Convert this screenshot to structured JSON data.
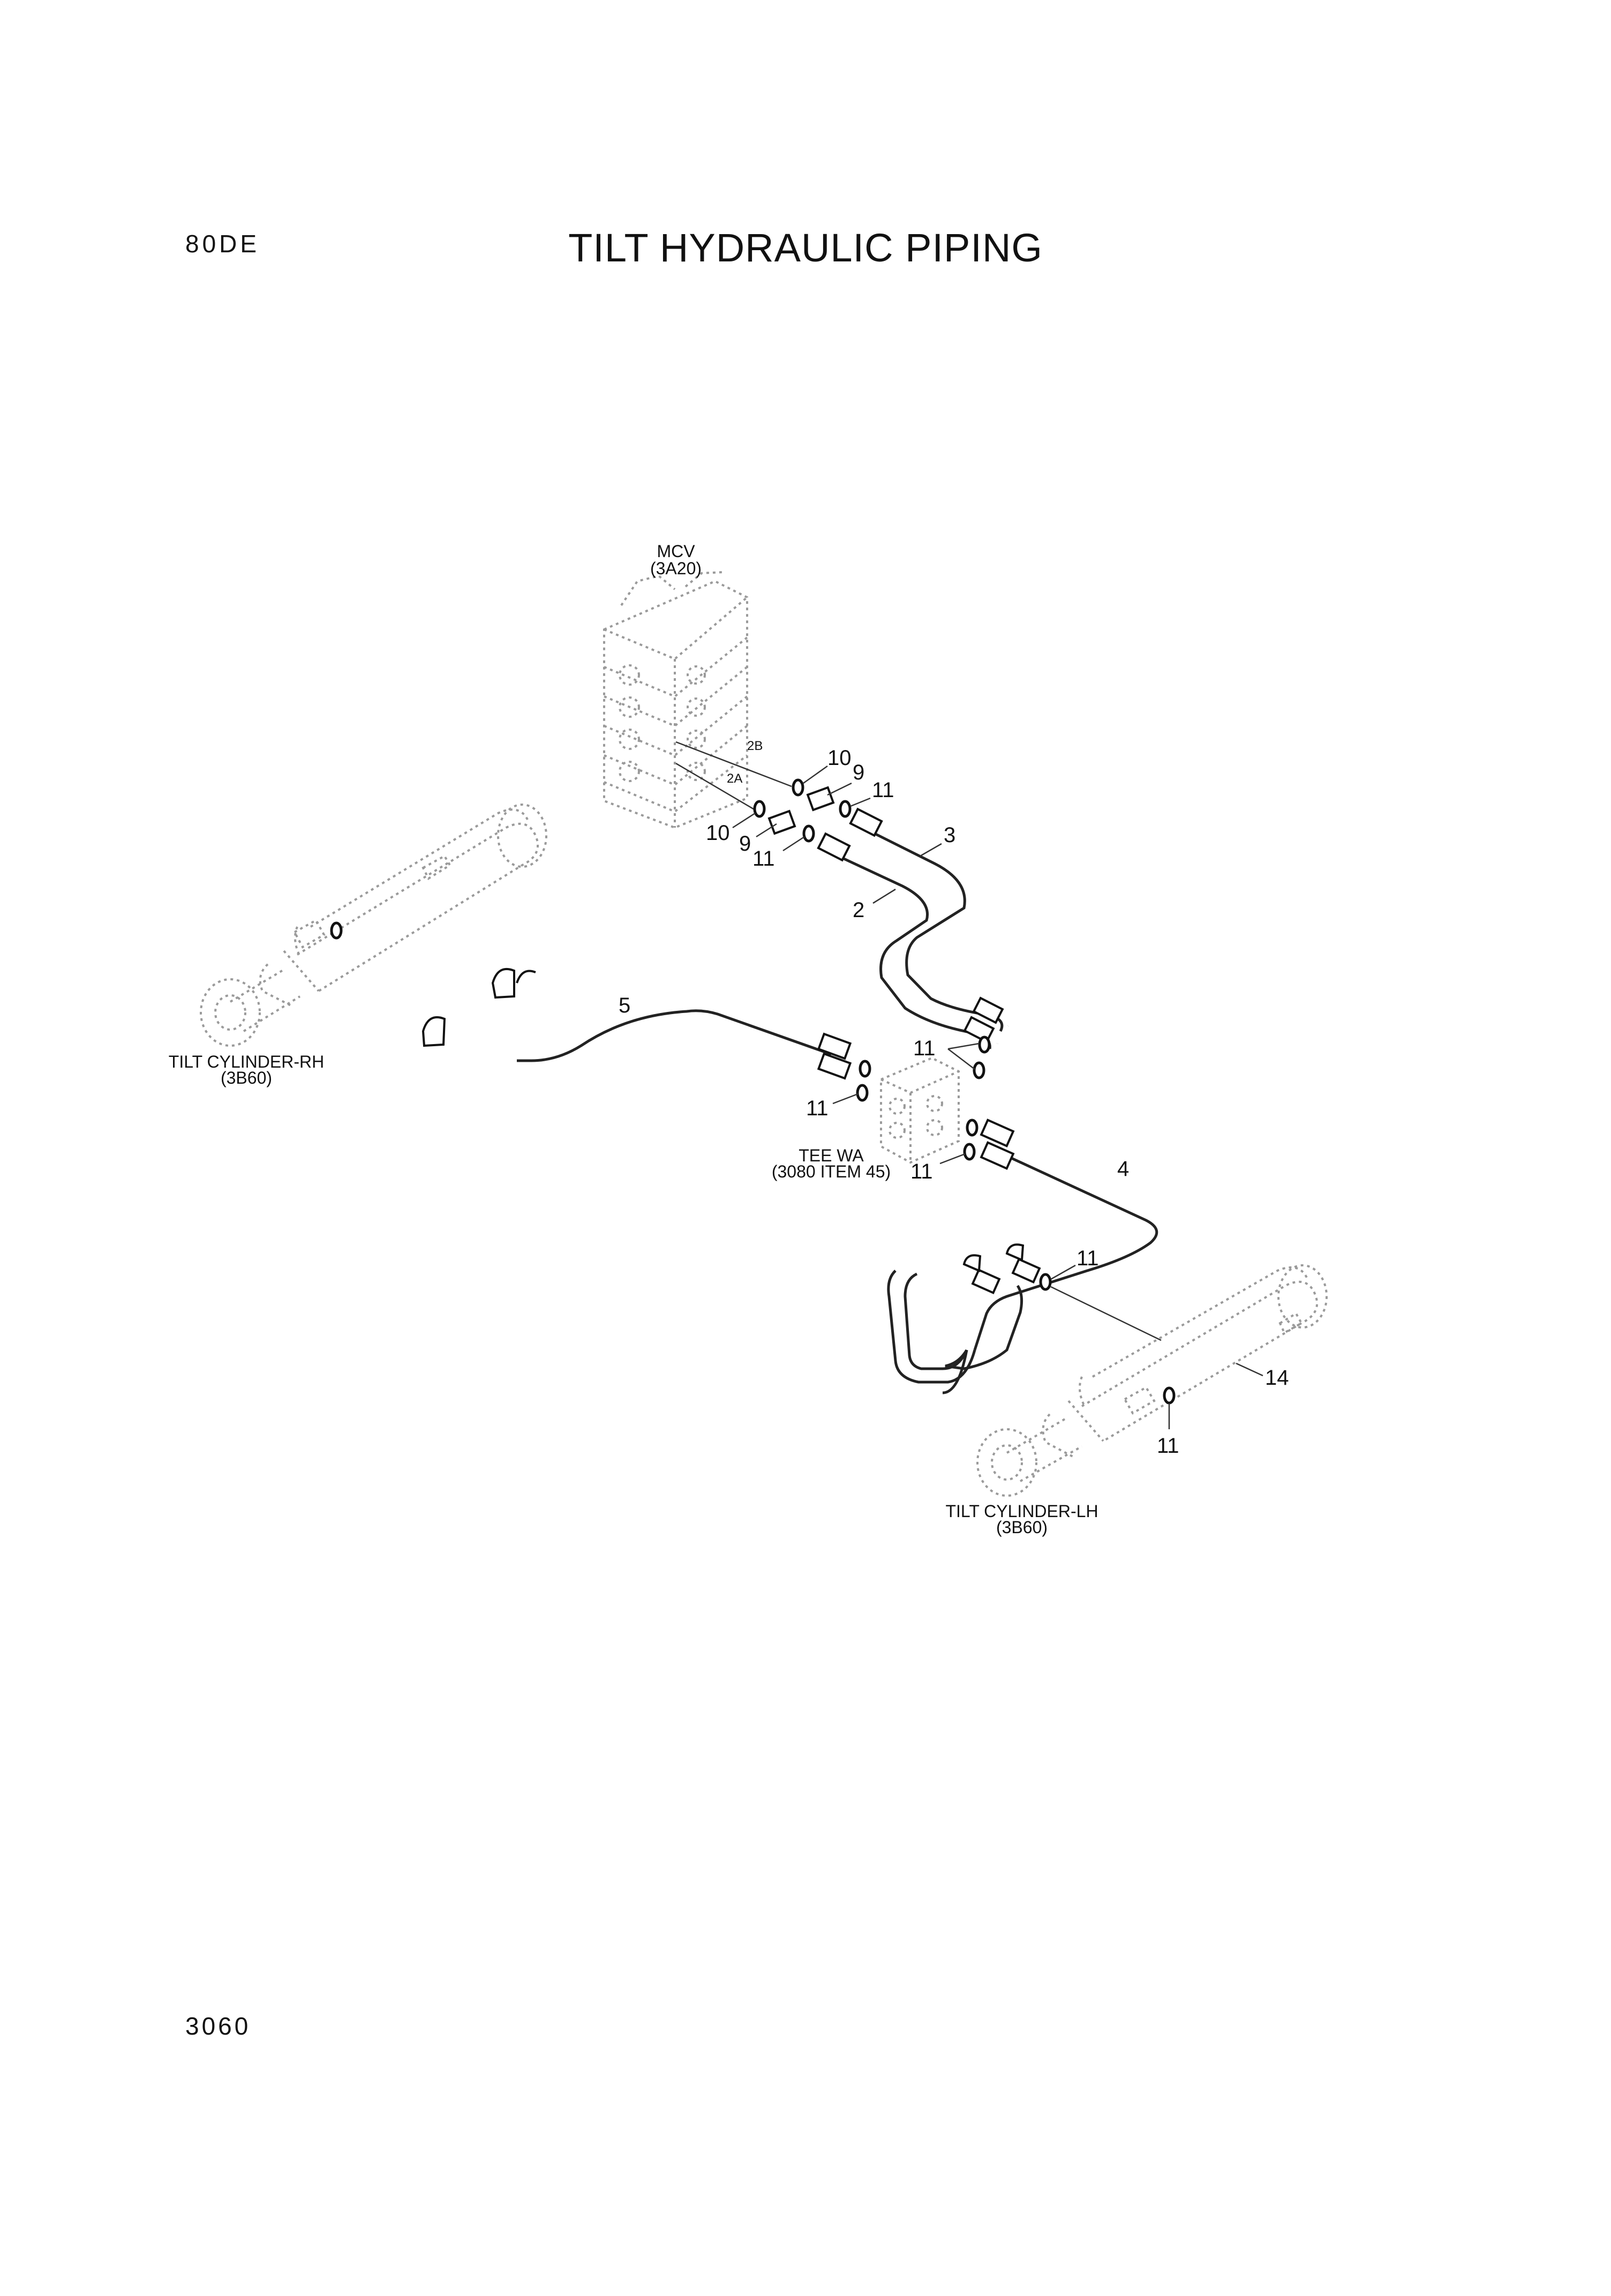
{
  "header": {
    "model": "80DE",
    "title": "TILT HYDRAULIC PIPING"
  },
  "footer": {
    "page_number": "3060"
  },
  "components": {
    "mcv": {
      "name": "MCV",
      "ref": "(3A20)"
    },
    "port_2b": "2B",
    "port_2a": "2A",
    "tilt_cylinder_rh": {
      "name": "TILT CYLINDER-RH",
      "ref": "(3B60)"
    },
    "tee": {
      "name": "TEE WA",
      "ref": "(3080 ITEM 45)"
    },
    "tilt_cylinder_lh": {
      "name": "TILT CYLINDER-LH",
      "ref": "(3B60)"
    }
  },
  "callouts": {
    "c10_upper": "10",
    "c9_upper": "9",
    "c11_upper": "11",
    "c10_lower": "10",
    "c9_lower": "9",
    "c11_lower": "11",
    "c3": "3",
    "c2": "2",
    "c5": "5",
    "c11_tee_top": "11",
    "c11_tee_left": "11",
    "c11_tee_bottom": "11",
    "c4": "4",
    "c11_lh_hose": "11",
    "c14": "14",
    "c11_lh_cyl": "11"
  }
}
